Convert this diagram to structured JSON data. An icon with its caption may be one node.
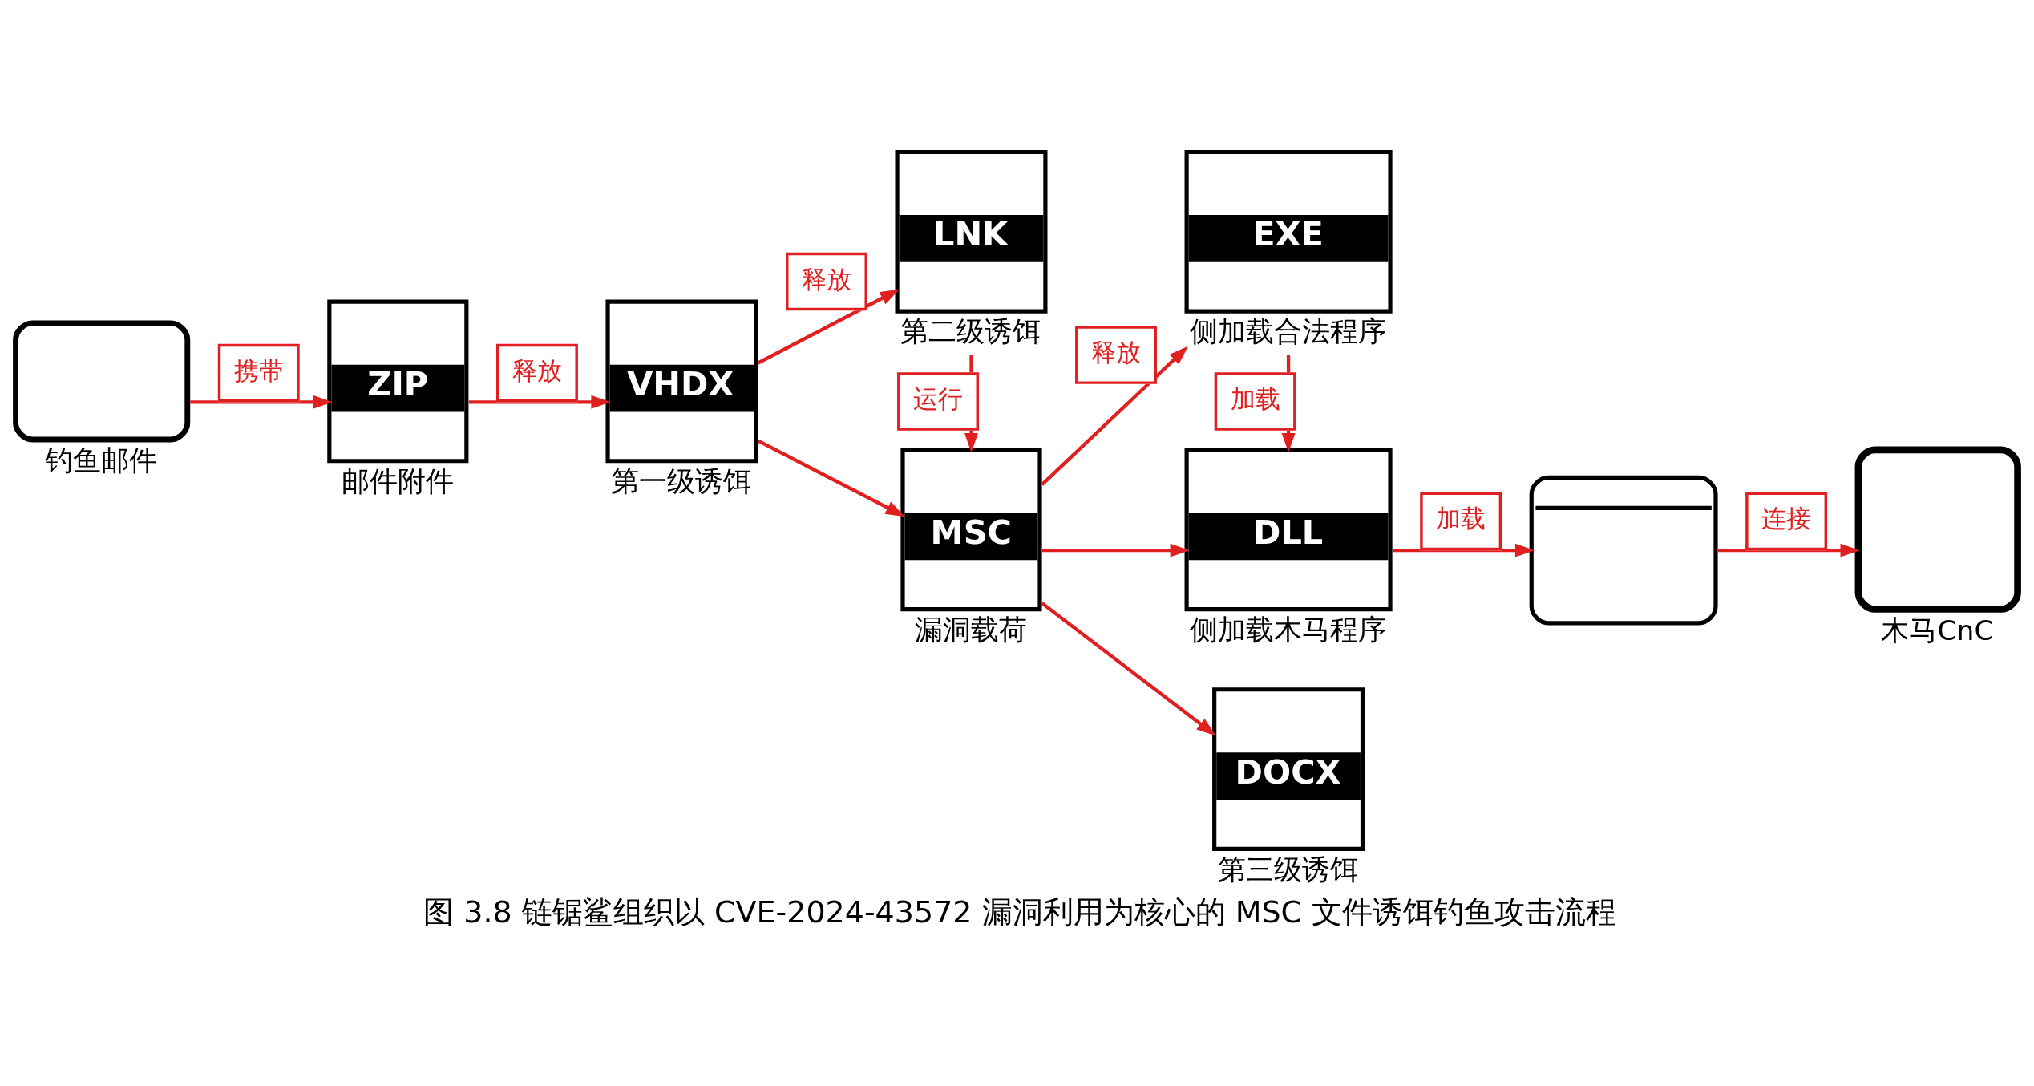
{
  "diagram": {
    "caption": "图 3.8 链锯鲨组织以 CVE-2024-43572 漏洞利用为核心的 MSC 文件诱饵钓鱼攻击流程",
    "nodes": [
      {
        "text": [
          "钓鱼邮件"
        ]
      },
      {
        "text": [
          "ZIP",
          "邮件附件"
        ]
      },
      {
        "text": [
          "VHDX",
          "第一级诱饵"
        ]
      },
      {
        "text": [
          "LNK",
          "第二级诱饵"
        ]
      },
      {
        "text": [
          "MSC",
          "漏洞载荷"
        ]
      },
      {
        "text": [
          "EXE",
          "侧加载合法程序"
        ]
      },
      {
        "text": [
          "DLL",
          "侧加载木马程序"
        ]
      },
      {
        "text": [
          "DOCX",
          "第三级诱饵"
        ]
      },
      {
        "text": [],
        "shape": "picture"
      },
      {
        "text": [
          "木马CnC"
        ]
      }
    ],
    "edges": [
      {
        "from": 0,
        "to": 1,
        "arrow": "to",
        "label": "携带"
      },
      {
        "from": 1,
        "to": 2,
        "arrow": "to",
        "label": "释放"
      },
      {
        "from": 2,
        "to": 3,
        "arrow": "to",
        "label": "释放"
      },
      {
        "from": 2,
        "to": 4,
        "arrow": "to"
      },
      {
        "from": 3,
        "to": 4,
        "arrow": "to",
        "label": "运行"
      },
      {
        "from": 4,
        "to": 5,
        "arrow": "to",
        "label": "释放"
      },
      {
        "from": 4,
        "to": 6,
        "arrow": "to"
      },
      {
        "from": 4,
        "to": 7,
        "arrow": "to"
      },
      {
        "from": 5,
        "to": 6,
        "arrow": "to",
        "label": "加载"
      },
      {
        "from": 6,
        "to": 8,
        "arrow": "to",
        "label": "加载"
      },
      {
        "from": 8,
        "to": 9,
        "arrow": "to",
        "label": "连接"
      }
    ]
  }
}
